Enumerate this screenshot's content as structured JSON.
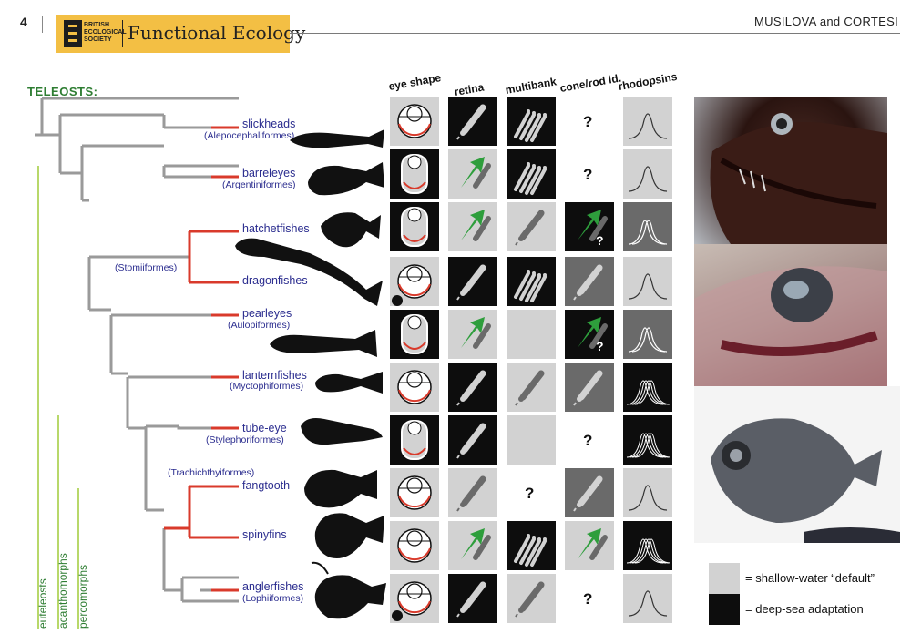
{
  "header": {
    "page_number": "4",
    "society": "BRITISH ECOLOGICAL SOCIETY",
    "journal": "Functional Ecology",
    "authors": "MUSILOVA and CORTESI"
  },
  "tree_label": "TELEOSTS:",
  "columns": [
    "eye shape",
    "retina",
    "multibank",
    "cone/rod id.",
    "rhodopsins"
  ],
  "taxa": [
    {
      "name": "slickheads",
      "order": "(Alepocephaliformes)"
    },
    {
      "name": "barreleyes",
      "order": "(Argentiniformes)"
    },
    {
      "name": "hatchetfishes",
      "order": ""
    },
    {
      "name": "dragonfishes",
      "order": ""
    },
    {
      "name": "pearleyes",
      "order": "(Aulopiformes)"
    },
    {
      "name": "lanternfishes",
      "order": "(Myctophiformes)"
    },
    {
      "name": "tube-eye",
      "order": "(Stylephoriformes)"
    },
    {
      "name": "fangtooth",
      "order": ""
    },
    {
      "name": "spinyfins",
      "order": ""
    },
    {
      "name": "anglerfishes",
      "order": "(Lophiiformes)"
    }
  ],
  "group_orders": {
    "stomiiformes": "(Stomiiformes)",
    "trachichthyiformes": "(Trachichthyiformes)"
  },
  "clades": [
    "euteleosts",
    "acanthomorphs",
    "percomorphs"
  ],
  "question_mark": "?",
  "legend": {
    "light": "= shallow-water “default”",
    "dark": "= deep-sea adaptation"
  },
  "colors": {
    "light": "#d2d2d2",
    "dark": "#0d0d0d",
    "mid": "#6a6a6a",
    "accent_green": "#2e9e3c",
    "branch_red": "#d93a2b",
    "journal_yellow": "#f3bf44"
  }
}
